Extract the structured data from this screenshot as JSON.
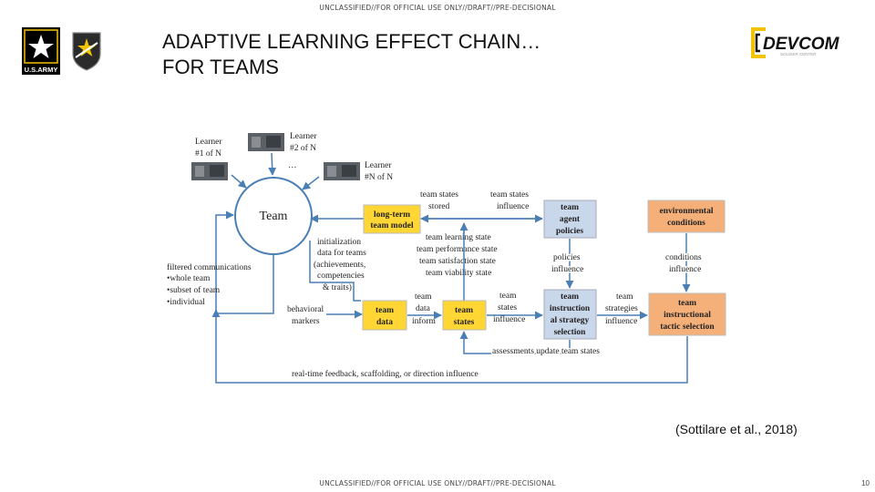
{
  "banner": {
    "top": "UNCLASSIFIED//FOR OFFICIAL USE ONLY//DRAFT//PRE-DECISIONAL",
    "bottom": "UNCLASSIFIED//FOR OFFICIAL USE ONLY//DRAFT//PRE-DECISIONAL"
  },
  "title": {
    "line1": "ADAPTIVE LEARNING EFFECT CHAIN…",
    "line2": "FOR TEAMS"
  },
  "logos": {
    "army_text": "U.S.ARMY",
    "devcom_text": "DEVCOM",
    "devcom_sub": "SOLDIER CENTER"
  },
  "citation": "(Sottilare et al., 2018)",
  "page_number": "10",
  "colors": {
    "arrow": "#4a7fb5",
    "orange_box": "#f5b07a",
    "yellow_box": "#ffd633",
    "blue_box": "#c9d7ea",
    "team_circle": "#4a7fb5"
  },
  "diagram": {
    "learner1": [
      "Learner",
      "#1 of N"
    ],
    "learner2": [
      "Learner",
      "#2 of N"
    ],
    "ellipsis": "…",
    "learnerN": [
      "Learner",
      "#N of N"
    ],
    "team": "Team",
    "filtered": [
      "filtered communications",
      "•whole team",
      "•subset of team",
      "•individual"
    ],
    "init": [
      "initialization",
      "data for teams",
      "(achievements,",
      "competencies",
      "& traits)"
    ],
    "behavioral": [
      "behavioral",
      "markers"
    ],
    "long_term": [
      "long-term",
      "team model"
    ],
    "team_states_stored": [
      "team states",
      "stored"
    ],
    "team_states_influence": [
      "team states",
      "influence"
    ],
    "team_agent": [
      "team",
      "agent",
      "policies"
    ],
    "env": [
      "environmental",
      "conditions"
    ],
    "team_states_list": [
      "team learning state",
      "team performance state",
      "team satisfaction state",
      "team viability state"
    ],
    "policies_influence": [
      "policies",
      "influence"
    ],
    "conditions_influence": [
      "conditions",
      "influence"
    ],
    "team_data_inform": [
      "team",
      "data",
      "inform"
    ],
    "team_states_influence2": [
      "team",
      "states",
      "influence"
    ],
    "team_strategies_influence": [
      "team",
      "strategies",
      "influence"
    ],
    "team_data_box": [
      "team",
      "data"
    ],
    "team_states_box": [
      "team",
      "states"
    ],
    "instruction_box": [
      "team",
      "instruction",
      "al strategy",
      "selection"
    ],
    "tactic_box": [
      "team",
      "instructional",
      "tactic selection"
    ],
    "assessments": "assessments  update team states",
    "realtime": "real-time feedback, scaffolding, or direction influence"
  }
}
